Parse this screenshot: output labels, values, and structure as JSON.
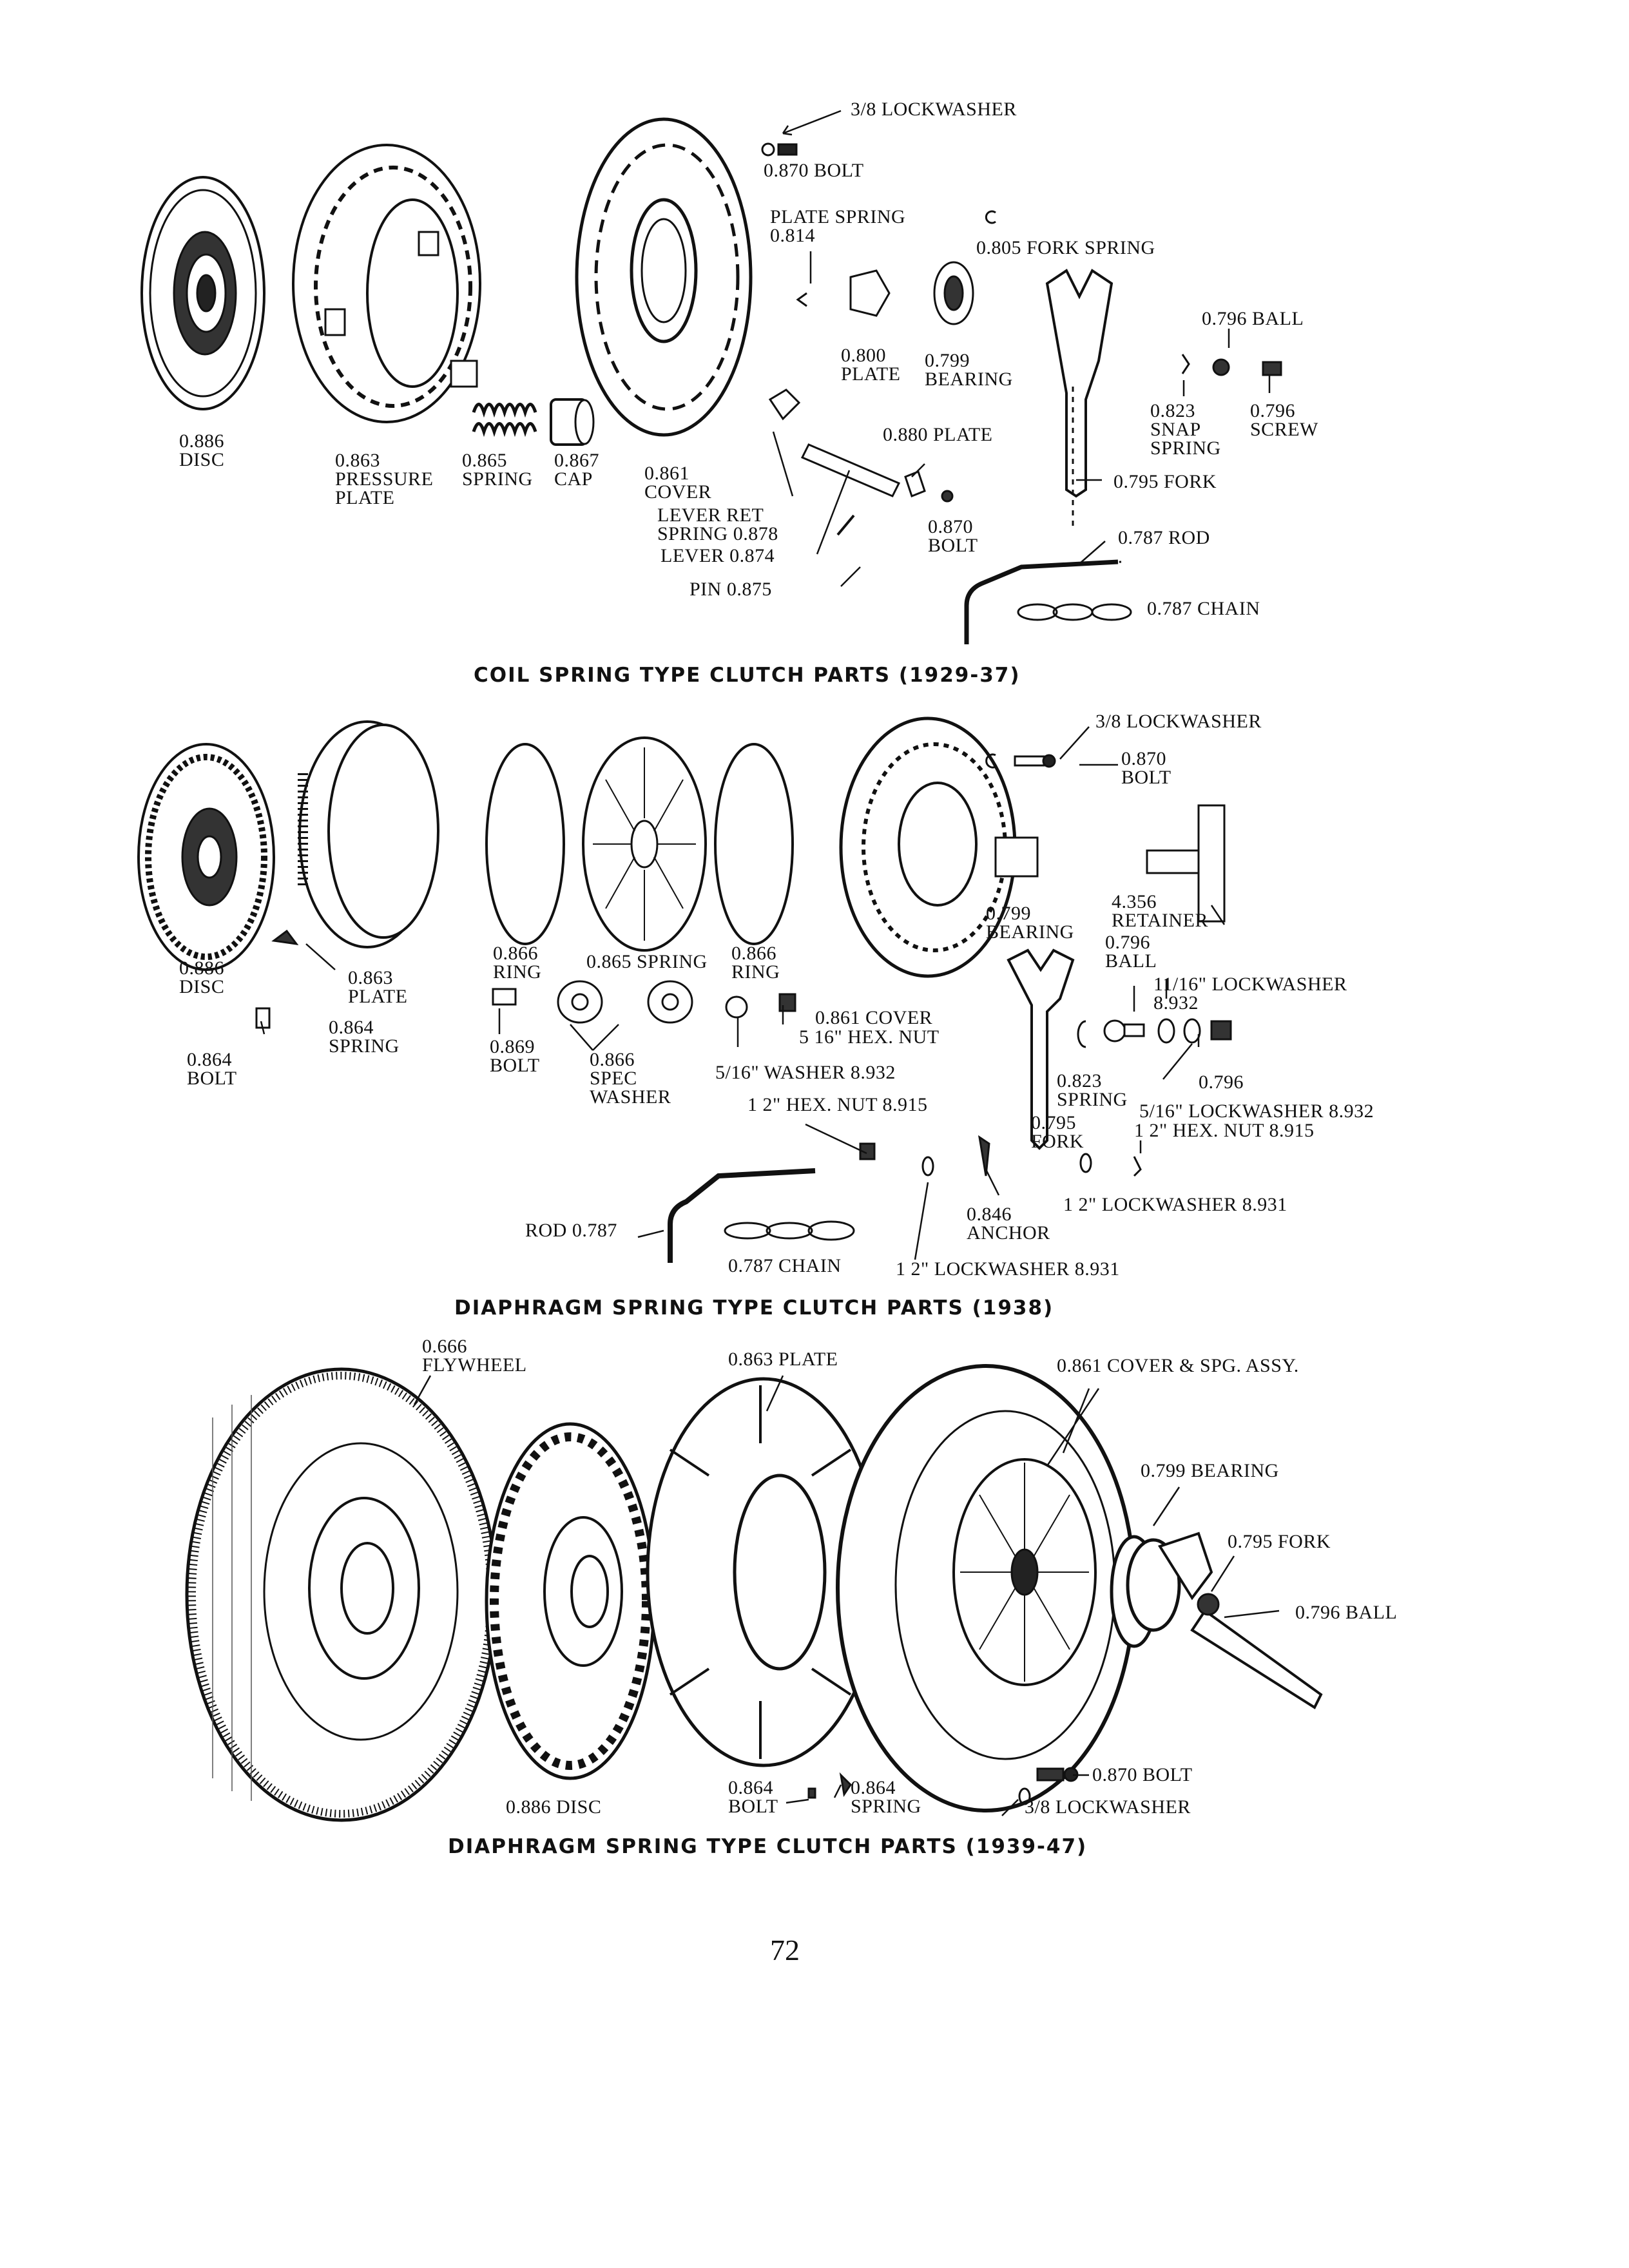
{
  "colors": {
    "ink": "#111111",
    "paper": "#ffffff"
  },
  "section1": {
    "caption": "COIL SPRING TYPE CLUTCH PARTS (1929-37)",
    "labels": {
      "lockwasher": "3/8 LOCKWASHER",
      "bolt870": "0.870 BOLT",
      "plate_spring": "PLATE SPRING\n0.814",
      "fork_spring": "0.805 FORK SPRING",
      "ball": "0.796 BALL",
      "plate800": "0.800\nPLATE",
      "bearing799": "0.799\nBEARING",
      "snap_spring": "0.823\nSNAP\nSPRING",
      "screw796": "0.796\nSCREW",
      "plate880": "0.880 PLATE",
      "disc": "0.886\nDISC",
      "pressure_plate": "0.863\nPRESSURE\nPLATE",
      "spring865": "0.865\nSPRING",
      "cap867": "0.867\nCAP",
      "cover861": "0.861\nCOVER",
      "fork795": "0.795 FORK",
      "lever_ret": "LEVER RET\nSPRING 0.878",
      "lever874": "LEVER 0.874",
      "bolt870b": "0.870\nBOLT",
      "rod787": "0.787 ROD",
      "pin875": "PIN 0.875",
      "chain787": "0.787 CHAIN"
    }
  },
  "section2": {
    "caption": "DIAPHRAGM SPRING TYPE CLUTCH PARTS (1938)",
    "labels": {
      "lockwasher": "3/8 LOCKWASHER",
      "bolt870": "0.870\nBOLT",
      "retainer": "4.356\nRETAINER",
      "bearing799": "0.799\nBEARING",
      "ball796": "0.796\nBALL",
      "lw1116": "11/16\" LOCKWASHER\n8.932",
      "disc": "0.886\nDISC",
      "plate863": "0.863\nPLATE",
      "spring864": "0.864\nSPRING",
      "bolt864": "0.864\nBOLT",
      "ring866a": "0.866\nRING",
      "bolt869": "0.869\nBOLT",
      "spring865": "0.865 SPRING",
      "spec_washer": "0.866\nSPEC\nWASHER",
      "ring866b": "0.866\nRING",
      "cover861": "0.861 COVER",
      "hexnut516": "5 16\" HEX. NUT",
      "washer516": "5/16\" WASHER 8.932",
      "hexnut12a": "1 2\" HEX. NUT 8.915",
      "spring823": "0.823\nSPRING",
      "screw796": "0.796",
      "lw516": "5/16\" LOCKWASHER 8.932",
      "fork795": "0.795\nFORK",
      "hexnut12b": "1 2\" HEX. NUT 8.915",
      "lw12a": "1 2\" LOCKWASHER 8.931",
      "anchor846": "0.846\nANCHOR",
      "rod787": "ROD 0.787",
      "chain787": "0.787 CHAIN",
      "lw12b": "1 2\" LOCKWASHER 8.931"
    }
  },
  "section3": {
    "caption": "DIAPHRAGM SPRING TYPE CLUTCH PARTS (1939-47)",
    "labels": {
      "flywheel": "0.666\nFLYWHEEL",
      "plate863": "0.863 PLATE",
      "cover861": "0.861 COVER & SPG. ASSY.",
      "bearing799": "0.799 BEARING",
      "fork795": "0.795 FORK",
      "ball796": "0.796 BALL",
      "bolt870": "0.870 BOLT",
      "lockwasher": "3/8 LOCKWASHER",
      "disc886": "0.886 DISC",
      "bolt864": "0.864\nBOLT",
      "spring864": "0.864\nSPRING"
    }
  },
  "page_number": "72"
}
